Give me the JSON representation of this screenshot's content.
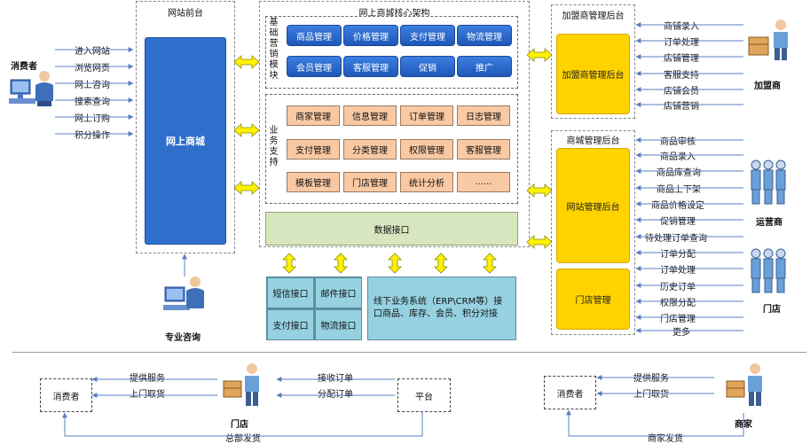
{
  "front": {
    "title": "网站前台",
    "main": "网上商城",
    "left_actions": [
      "进入网站",
      "浏览网页",
      "网上咨询",
      "搜索查询",
      "网上订购",
      "积分操作"
    ],
    "consumer": "消费者",
    "consult": "专业咨询"
  },
  "core": {
    "title": "网上商城核心架构",
    "marketing_label": "基础营销模块",
    "marketing": [
      "商品管理",
      "价格管理",
      "支付管理",
      "物流管理",
      "会员管理",
      "客服管理",
      "促销",
      "推广"
    ],
    "support_label": "业务支持",
    "support": [
      "商家管理",
      "信息管理",
      "订单管理",
      "日志管理",
      "支付管理",
      "分类管理",
      "权限管理",
      "客服管理",
      "模板管理",
      "门店管理",
      "统计分析",
      "......"
    ],
    "data_interface": "数据接口"
  },
  "interfaces": {
    "sms": "短信接口",
    "mail": "邮件接口",
    "pay": "支付接口",
    "logistics": "物流接口",
    "offline": "线下业务系统（ERP\\CRM等）接口商品、库存、会员、积分对接"
  },
  "franchise": {
    "title": "加盟商管理后台",
    "box": "加盟商管理后台",
    "actor": "加盟商",
    "actions": [
      "商铺录入",
      "订单处理",
      "店铺管理",
      "客服支持",
      "店铺会员",
      "店铺营销"
    ]
  },
  "mall_admin": {
    "title": "商城管理后台",
    "box": "网站管理后台",
    "store_box": "门店管理",
    "operator": "运营商",
    "store_actor": "门店",
    "actions": [
      "商品审核",
      "商品录入",
      "商品库查询",
      "商品上下架",
      "商品价格设定",
      "促销管理",
      "待处理订单查询",
      "订单分配",
      "订单处理",
      "历史订单",
      "权限分配",
      "门店管理",
      "更多"
    ]
  },
  "bottom_left": {
    "consumer": "消费者",
    "store": "门店",
    "platform": "平台",
    "provide": "提供服务",
    "pickup": "上门取货",
    "receive": "接收订单",
    "assign": "分配订单",
    "ship": "总部发货"
  },
  "bottom_right": {
    "consumer": "消费者",
    "merchant": "商家",
    "provide": "提供服务",
    "pickup": "上门取货",
    "ship": "商家发货"
  }
}
